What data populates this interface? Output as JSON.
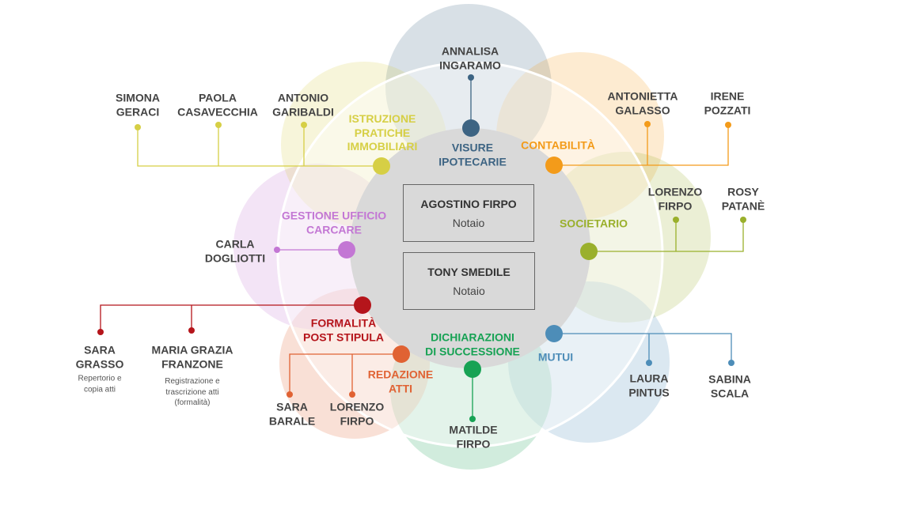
{
  "center": [
    {
      "name": "AGOSTINO FIRPO",
      "role": "Notaio"
    },
    {
      "name": "TONY SMEDILE",
      "role": "Notaio"
    }
  ],
  "departments": [
    {
      "id": "visure",
      "label": "VISURE\nIPOTECARIE",
      "color": "#3d6483",
      "members": [
        {
          "name": "ANNALISA\nINGARAMO"
        }
      ]
    },
    {
      "id": "contabilita",
      "label": "CONTABILITÀ",
      "color": "#f39b1a",
      "members": [
        {
          "name": "ANTONIETTA\nGALASSO"
        },
        {
          "name": "IRENE\nPOZZATI"
        }
      ]
    },
    {
      "id": "societario",
      "label": "SOCIETARIO",
      "color": "#9ab02c",
      "members": [
        {
          "name": "LORENZO\nFIRPO"
        },
        {
          "name": "ROSY\nPATANÈ"
        }
      ]
    },
    {
      "id": "mutui",
      "label": "MUTUI",
      "color": "#4d8db8",
      "members": [
        {
          "name": "LAURA\nPINTUS"
        },
        {
          "name": "SABINA\nSCALA"
        }
      ]
    },
    {
      "id": "dichiarazioni",
      "label": "DICHIARAZIONI\nDI SUCCESSIONE",
      "color": "#17a254",
      "members": [
        {
          "name": "MATILDE\nFIRPO"
        }
      ]
    },
    {
      "id": "redazione",
      "label": "REDAZIONE\nATTI",
      "color": "#e06233",
      "members": [
        {
          "name": "SARA\nBARALE"
        },
        {
          "name": "LORENZO\nFIRPO"
        }
      ]
    },
    {
      "id": "formalita",
      "label": "FORMALITÀ\nPOST STIPULA",
      "color": "#b5151b",
      "members": [
        {
          "name": "SARA\nGRASSO",
          "note": "Repertorio e\ncopia atti"
        },
        {
          "name": "MARIA GRAZIA\nFRANZONE",
          "note": "Registrazione e\ntrascrizione atti\n(formalità)"
        }
      ]
    },
    {
      "id": "gestione",
      "label": "GESTIONE UFFICIO\nCARCARE",
      "color": "#c377d4",
      "members": [
        {
          "name": "CARLA\nDOGLIOTTI"
        }
      ]
    },
    {
      "id": "istruzione",
      "label": "ISTRUZIONE\nPRATICHE\nIMMOBILIARI",
      "color": "#d6cf45",
      "members": [
        {
          "name": "SIMONA\nGERACI"
        },
        {
          "name": "PAOLA\nCASAVECCHIA"
        },
        {
          "name": "ANTONIO\nGARIBALDI"
        }
      ]
    }
  ]
}
